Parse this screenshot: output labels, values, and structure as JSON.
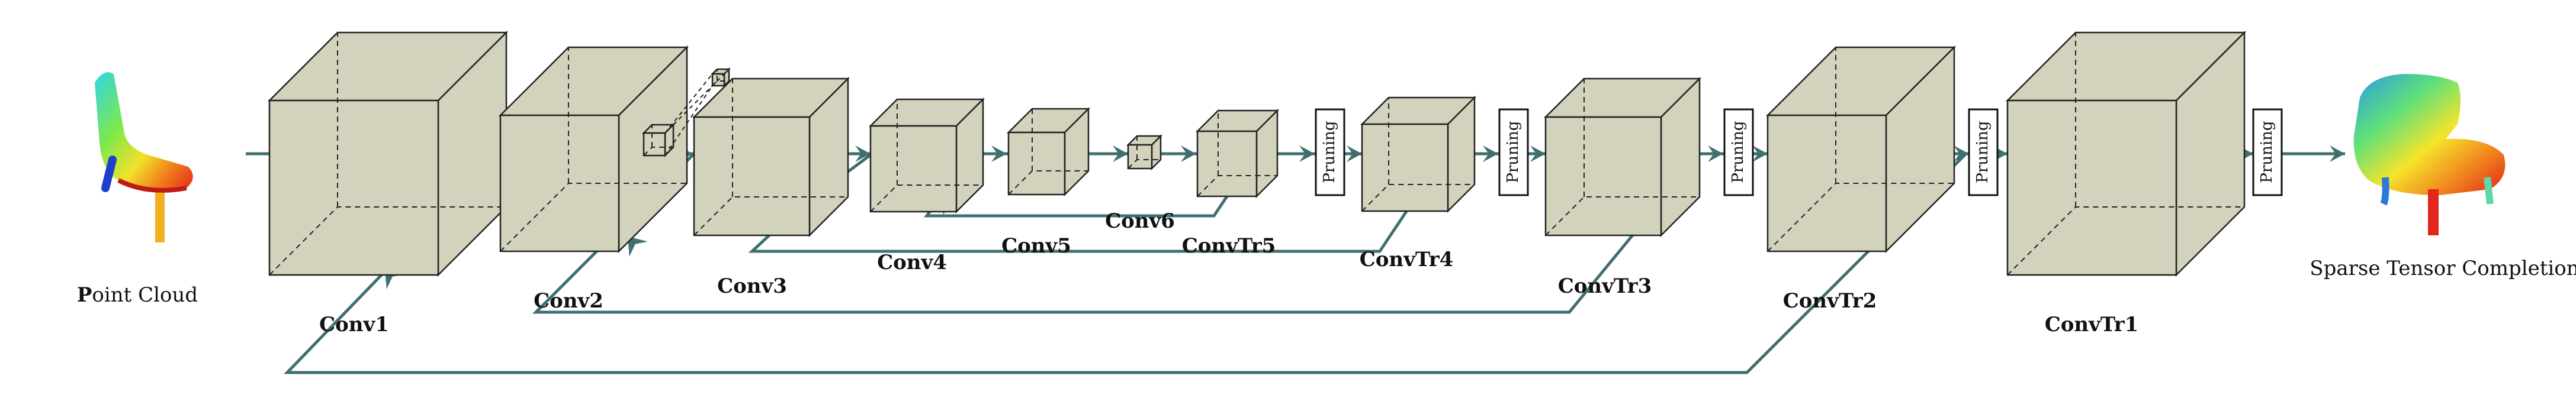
{
  "colors": {
    "cube_fill": "#d3d2bd",
    "cube_stroke": "#222222",
    "arrow": "#3f6f70"
  },
  "labels": {
    "point_cloud_initial": "P",
    "point_cloud_rest": "oint Cloud",
    "conv1": "Conv1",
    "conv2": "Conv2",
    "conv3": "Conv3",
    "conv4": "Conv4",
    "conv5": "Conv5",
    "conv6": "Conv6",
    "convtr5": "ConvTr5",
    "convtr4": "ConvTr4",
    "convtr3": "ConvTr3",
    "convtr2": "ConvTr2",
    "convtr1": "ConvTr1",
    "output": "Sparse Tensor Completion"
  },
  "pruning_label": "Pruning",
  "icons": {
    "input": "chair-point-cloud-icon",
    "output": "completed-chair-icon"
  }
}
